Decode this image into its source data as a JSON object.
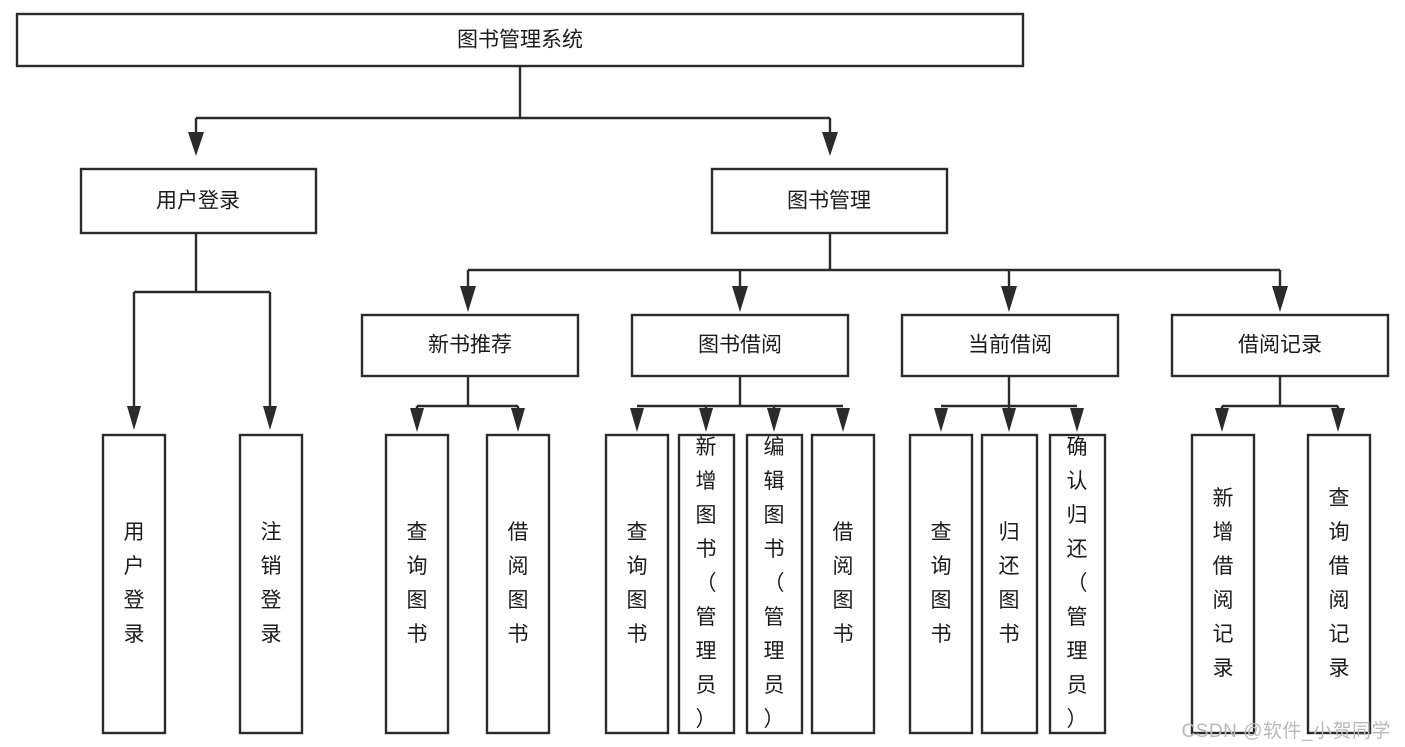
{
  "diagram": {
    "type": "tree",
    "title": "图书管理系统",
    "watermark": "CSDN @软件_小贺同学",
    "colors": {
      "stroke": "#2b2b2b",
      "fill": "#ffffff",
      "text": "#1b1b1b",
      "watermark": "#b9b9b9"
    },
    "nodes": {
      "root": {
        "label": "图书管理系统",
        "level": 1,
        "orientation": "horizontal"
      },
      "l2": [
        {
          "id": "user-login",
          "label": "用户登录",
          "level": 2,
          "orientation": "horizontal"
        },
        {
          "id": "book-manage",
          "label": "图书管理",
          "level": 2,
          "orientation": "horizontal"
        }
      ],
      "l3": [
        {
          "id": "new-book-recommend",
          "label": "新书推荐",
          "level": 3,
          "orientation": "horizontal"
        },
        {
          "id": "book-borrow",
          "label": "图书借阅",
          "level": 3,
          "orientation": "horizontal"
        },
        {
          "id": "current-borrow",
          "label": "当前借阅",
          "level": 3,
          "orientation": "horizontal"
        },
        {
          "id": "borrow-record",
          "label": "借阅记录",
          "level": 3,
          "orientation": "horizontal"
        }
      ],
      "leaves": [
        {
          "id": "leaf-user-login",
          "label": "用户登录",
          "parent": "user-login",
          "orientation": "vertical"
        },
        {
          "id": "leaf-user-logout",
          "label": "注销登录",
          "parent": "user-login",
          "orientation": "vertical"
        },
        {
          "id": "leaf-query-book-1",
          "label": "查询图书",
          "parent": "new-book-recommend",
          "orientation": "vertical"
        },
        {
          "id": "leaf-borrow-book-1",
          "label": "借阅图书",
          "parent": "new-book-recommend",
          "orientation": "vertical"
        },
        {
          "id": "leaf-query-book-2",
          "label": "查询图书",
          "parent": "book-borrow",
          "orientation": "vertical"
        },
        {
          "id": "leaf-add-book",
          "label": "新增图书（管理员）",
          "parent": "book-borrow",
          "orientation": "vertical"
        },
        {
          "id": "leaf-edit-book",
          "label": "编辑图书（管理员）",
          "parent": "book-borrow",
          "orientation": "vertical"
        },
        {
          "id": "leaf-borrow-book-2",
          "label": "借阅图书",
          "parent": "book-borrow",
          "orientation": "vertical"
        },
        {
          "id": "leaf-query-book-3",
          "label": "查询图书",
          "parent": "current-borrow",
          "orientation": "vertical"
        },
        {
          "id": "leaf-return-book",
          "label": "归还图书",
          "parent": "current-borrow",
          "orientation": "vertical"
        },
        {
          "id": "leaf-confirm-return",
          "label": "确认归还（管理员）",
          "parent": "current-borrow",
          "orientation": "vertical"
        },
        {
          "id": "leaf-add-record",
          "label": "新增借阅记录",
          "parent": "borrow-record",
          "orientation": "vertical"
        },
        {
          "id": "leaf-query-record",
          "label": "查询借阅记录",
          "parent": "borrow-record",
          "orientation": "vertical"
        }
      ]
    }
  }
}
